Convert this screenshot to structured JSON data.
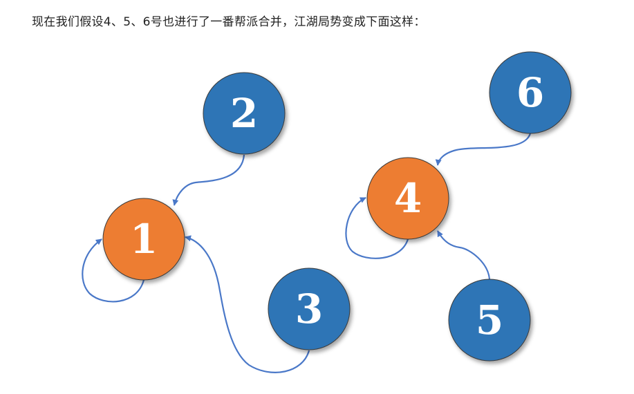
{
  "caption": "现在我们假设4、5、6号也进行了一番帮派合并，江湖局势变成下面这样：",
  "colors": {
    "root": "#ED7D31",
    "child": "#2E75B6",
    "edge": "#4A78C8"
  },
  "nodes": [
    {
      "id": "1",
      "label": "1",
      "role": "root"
    },
    {
      "id": "2",
      "label": "2",
      "role": "child"
    },
    {
      "id": "3",
      "label": "3",
      "role": "child"
    },
    {
      "id": "4",
      "label": "4",
      "role": "root"
    },
    {
      "id": "5",
      "label": "5",
      "role": "child"
    },
    {
      "id": "6",
      "label": "6",
      "role": "child"
    }
  ],
  "edges": [
    {
      "from": "2",
      "to": "1"
    },
    {
      "from": "3",
      "to": "1"
    },
    {
      "from": "1",
      "to": "1"
    },
    {
      "from": "6",
      "to": "4"
    },
    {
      "from": "5",
      "to": "4"
    },
    {
      "from": "4",
      "to": "4"
    }
  ]
}
